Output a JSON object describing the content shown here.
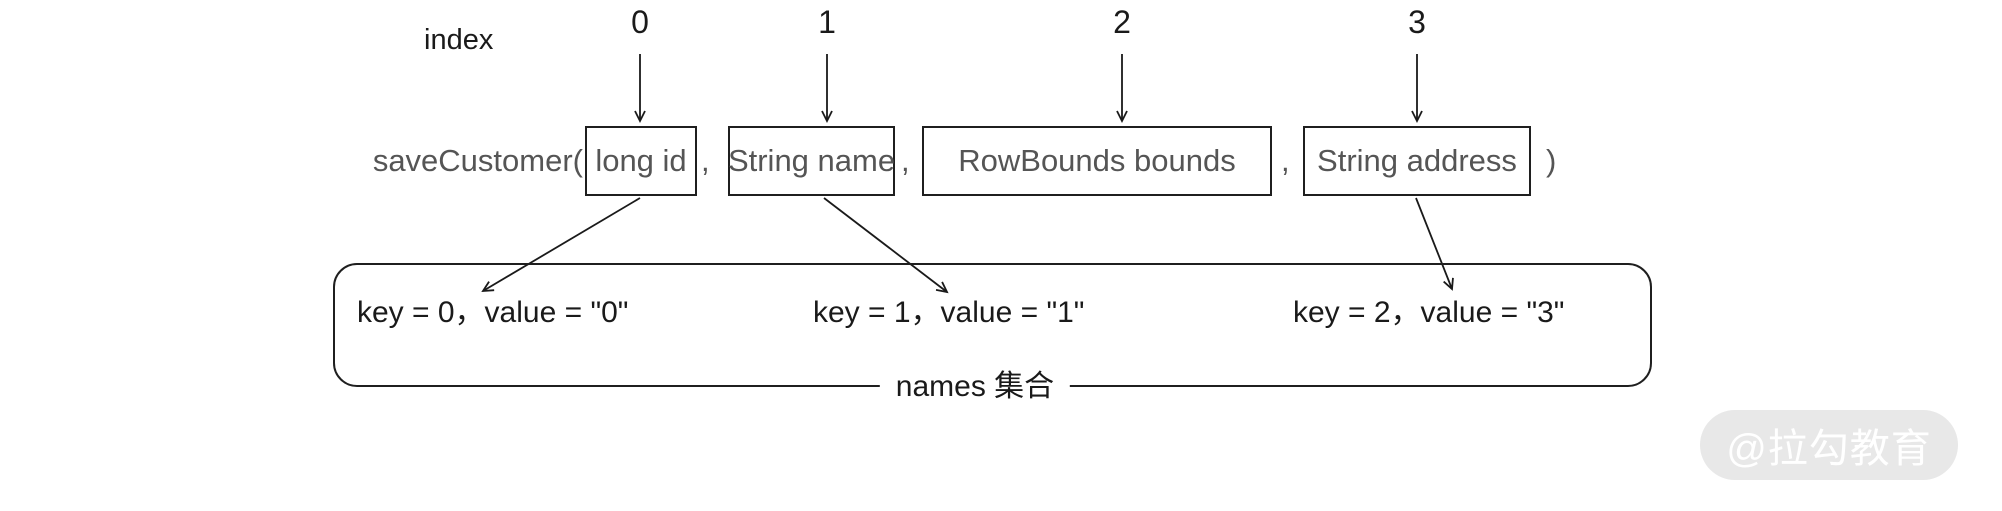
{
  "diagram": {
    "index_label": "index",
    "indices": [
      "0",
      "1",
      "2",
      "3"
    ],
    "method": {
      "name_prefix": "saveCustomer(",
      "separator": ",",
      "suffix": ")",
      "params": [
        {
          "label": "long id"
        },
        {
          "label": "String name"
        },
        {
          "label": "RowBounds bounds"
        },
        {
          "label": "String address"
        }
      ]
    },
    "names_map": {
      "entries": [
        "key = 0，value = \"0\"",
        "key = 1，value = \"1\"",
        "key = 2，value = \"3\""
      ],
      "label": "names 集合"
    },
    "watermark": "@拉勾教育",
    "colors": {
      "text": "#1a1a1a",
      "code_text": "#555555",
      "box_border": "#1f1f1f",
      "watermark_bg": "#e8e8e8",
      "watermark_text": "#ffffff"
    }
  }
}
